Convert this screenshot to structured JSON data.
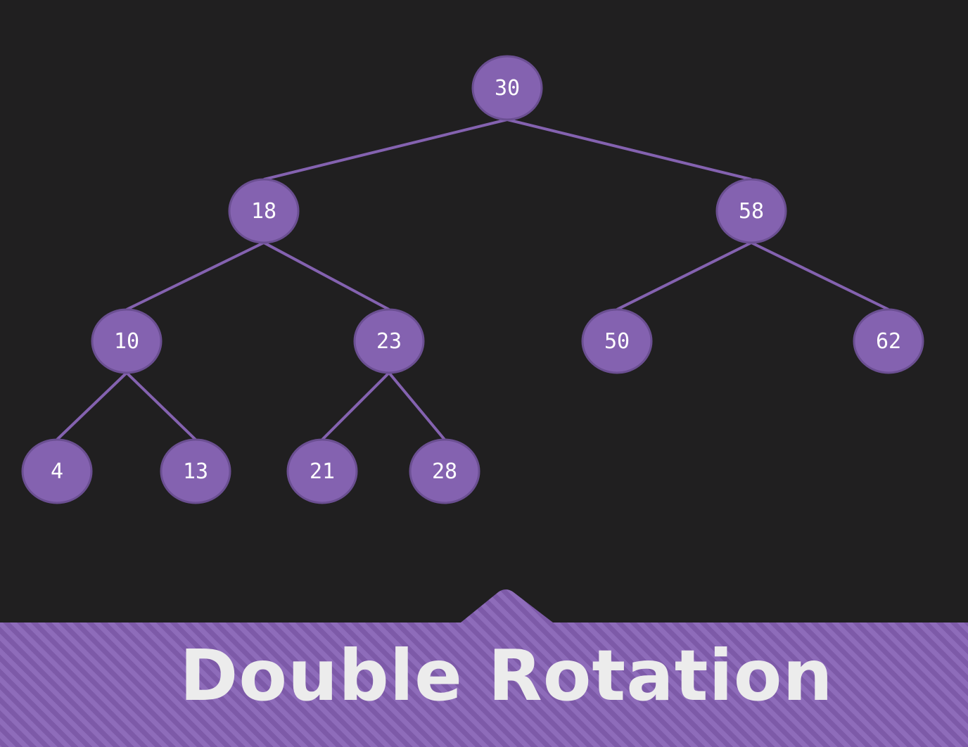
{
  "tree": {
    "nodes": [
      {
        "id": "n30",
        "label": "30"
      },
      {
        "id": "n18",
        "label": "18"
      },
      {
        "id": "n58",
        "label": "58"
      },
      {
        "id": "n10",
        "label": "10"
      },
      {
        "id": "n23",
        "label": "23"
      },
      {
        "id": "n50",
        "label": "50"
      },
      {
        "id": "n62",
        "label": "62"
      },
      {
        "id": "n4",
        "label": "4"
      },
      {
        "id": "n13",
        "label": "13"
      },
      {
        "id": "n21",
        "label": "21"
      },
      {
        "id": "n28",
        "label": "28"
      }
    ],
    "edges": [
      [
        "n30",
        "n18"
      ],
      [
        "n30",
        "n58"
      ],
      [
        "n18",
        "n10"
      ],
      [
        "n18",
        "n23"
      ],
      [
        "n58",
        "n50"
      ],
      [
        "n58",
        "n62"
      ],
      [
        "n10",
        "n4"
      ],
      [
        "n10",
        "n13"
      ],
      [
        "n23",
        "n21"
      ],
      [
        "n23",
        "n28"
      ]
    ],
    "node_color": "#8462b0",
    "node_stroke": "#6b4f92",
    "edge_color": "#8462b0"
  },
  "banner": {
    "title": "Double Rotation",
    "color": "#7d5aa8",
    "stripe_color": "#8e6cba"
  }
}
